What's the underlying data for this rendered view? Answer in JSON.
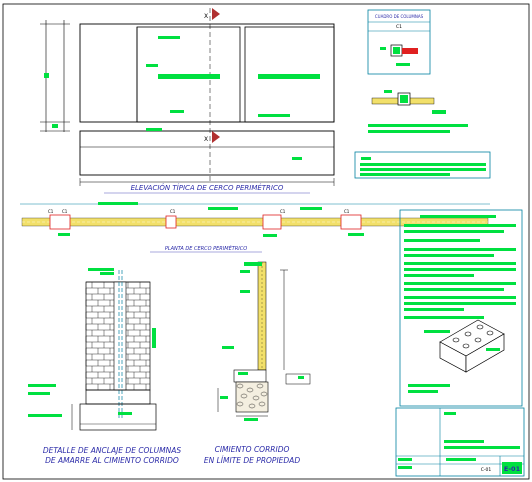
{
  "titles": {
    "elevation": "ELEVACIÓN TÍPICA DE CERCO PERIMÉTRICO",
    "plan": "PLANTA DE CERCO PERIMÉTRICO",
    "anchor_line1": "DETALLE DE ANCLAJE DE COLUMNAS",
    "anchor_line2": "DE AMARRE AL CIMIENTO CORRIDO",
    "footing_line1": "CIMIENTO CORRIDO",
    "footing_line2": "EN LÍMITE DE PROPIEDAD"
  },
  "column_schedule": {
    "title": "CUADRO DE COLUMNAS",
    "tag": "C1"
  },
  "plan_tags": {
    "c1a": "C1",
    "c1b": "C1",
    "c1c": "C1",
    "c1d": "C1",
    "c1e": "C1"
  },
  "section_marks": {
    "top": "X",
    "bottom": "X"
  },
  "title_block": {
    "sheet_code": "E-01",
    "label": "C-01"
  },
  "colors": {
    "linework": "#000000",
    "annotation": "#00e040",
    "title": "#2a2aa8",
    "frame": "#0080a0",
    "masonry": "#f2e06a",
    "highlight": "#e02020"
  }
}
